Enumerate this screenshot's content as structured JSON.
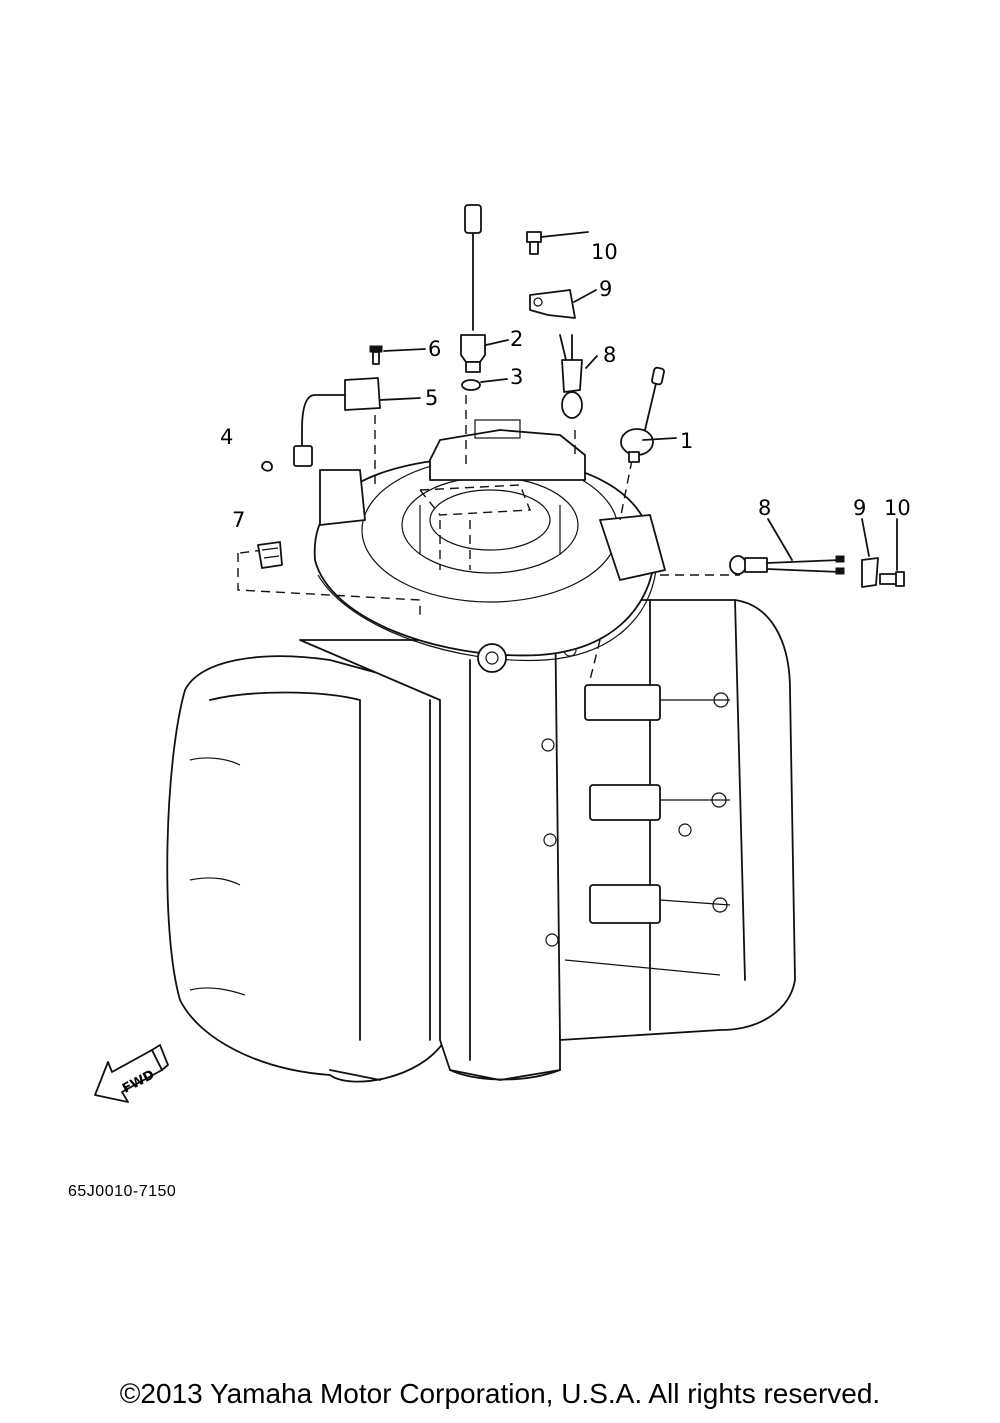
{
  "callouts": {
    "c1": "1",
    "c2": "2",
    "c3": "3",
    "c4": "4",
    "c5": "5",
    "c6": "6",
    "c7": "7",
    "c8a": "8",
    "c8b": "8",
    "c9a": "9",
    "c9b": "9",
    "c10a": "10",
    "c10b": "10"
  },
  "fwd_label": "FWD",
  "part_code": "65J0010-7150",
  "copyright": "©2013 Yamaha Motor Corporation, U.S.A. All rights reserved."
}
